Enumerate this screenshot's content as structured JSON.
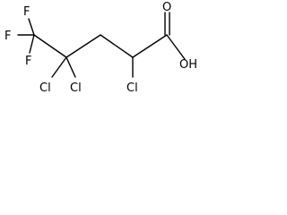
{
  "molecule": {
    "labels": {
      "f_top": "F",
      "f_left": "F",
      "f_bottom": "F",
      "cl_left": "Cl",
      "cl_right": "Cl",
      "cl_alpha": "Cl",
      "o_carbonyl": "O",
      "hydroxyl": "OH"
    }
  }
}
